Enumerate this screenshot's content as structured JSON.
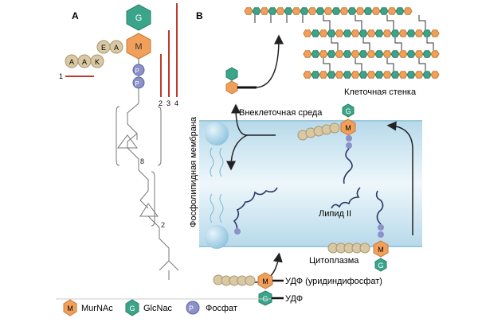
{
  "panel_a": {
    "letter": "A",
    "chain_letters": [
      "A",
      "A",
      "K",
      "E",
      "A"
    ],
    "murnac_letter": "M",
    "glcnac_letter": "G",
    "phosphate_letter": "P",
    "phosphate_sub": "i",
    "bar_labels": [
      "1",
      "2",
      "3",
      "4"
    ],
    "repeat_8": "8",
    "repeat_2": "2"
  },
  "panel_b": {
    "letter": "B",
    "cell_wall_label": "Клеточная стенка",
    "extracellular_label": "Внеклеточная среда",
    "membrane_label": "Фосфолипидная мембрана",
    "lipid_label": "Липид II",
    "cytoplasm_label": "Цитоплазма",
    "udp_full_label": "УДФ (уридиндифосфат)",
    "udp_label": "УДФ",
    "m_letter": "M",
    "g_letter": "G"
  },
  "legend": {
    "items": [
      {
        "symbol": "M",
        "label": "MurNAc",
        "color": "#f0a05a"
      },
      {
        "symbol": "G",
        "label": "GlcNac",
        "color": "#3aa58a"
      },
      {
        "symbol": "P",
        "sub": "i",
        "label": "Фосфат",
        "color": "#8a92c8"
      }
    ]
  },
  "colors": {
    "murnac": "#f0a05a",
    "glcnac": "#3aa58a",
    "phosphate": "#8a92c8",
    "amino": "#d9c8a4",
    "membrane": "#cfe6f2",
    "bar": "#c0392b"
  }
}
